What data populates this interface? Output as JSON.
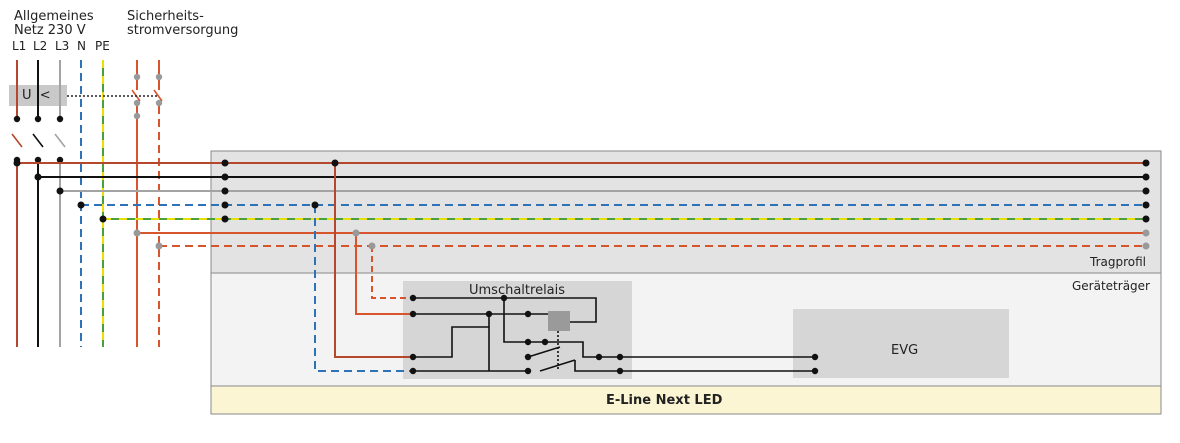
{
  "labels": {
    "general_net_line1": "Allgemeines",
    "general_net_line2": "Netz 230 V",
    "safety_supply_line1": "Sicherheits-",
    "safety_supply_line2": "stromversorgung",
    "conductor_l1": "L1",
    "conductor_l2": "L2",
    "conductor_l3": "L3",
    "conductor_n": "N",
    "conductor_pe": "PE",
    "undervoltage_relay": "U  <",
    "mounting_rail": "Tragprofil",
    "gear_tray": "Geräteträger",
    "changeover_relay": "Umschaltrelais",
    "ballast": "EVG",
    "product_name": "E-Line Next LED"
  },
  "colors": {
    "l1_phase": "#b5472d",
    "l2_phase": "#111111",
    "l3_phase": "#a3a3a3",
    "neutral": "#2e72b8",
    "pe_green": "#4aa03a",
    "pe_yellow": "#e8e000",
    "safety_phase": "#d8542c",
    "rail_bg": "#e3e3e3",
    "tray_bg": "#f3f3f3",
    "relay_box_bg": "#d6d6d6",
    "product_band": "#fbf5d3"
  }
}
